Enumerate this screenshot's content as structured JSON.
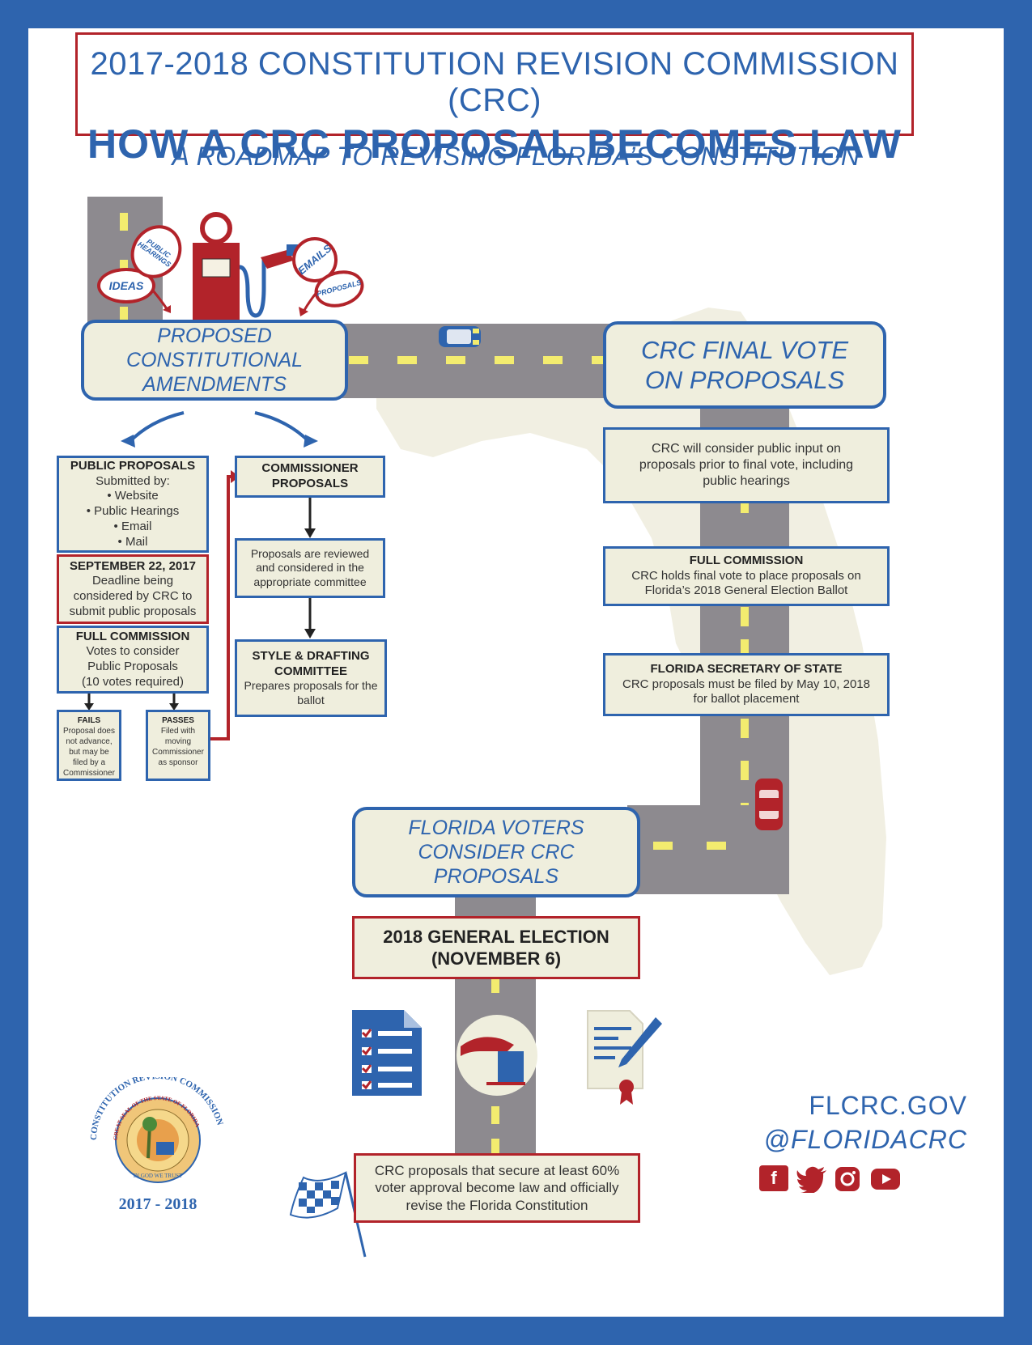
{
  "header": {
    "title_line1": "2017-2018 CONSTITUTION REVISION COMMISSION (CRC)",
    "title_line2": "HOW A CRC PROPOSAL BECOMES LAW",
    "subtitle": "A ROADMAP TO REVISING FLORIDA’S CONSTITUTION"
  },
  "inputs": {
    "ideas": "IDEAS",
    "public_hearings": "PUBLIC HEARINGS",
    "emails": "EMAILS",
    "proposals": "PROPOSALS"
  },
  "stages": {
    "proposed": [
      "PROPOSED",
      "CONSTITUTIONAL",
      "AMENDMENTS"
    ],
    "final_vote": [
      "CRC FINAL VOTE",
      "ON PROPOSALS"
    ],
    "voters": [
      "FLORIDA VOTERS",
      "CONSIDER CRC",
      "PROPOSALS"
    ]
  },
  "public_proposals": {
    "heading": "PUBLIC PROPOSALS",
    "lines": [
      "Submitted by:",
      "• Website",
      "• Public Hearings",
      "• Email",
      "• Mail"
    ]
  },
  "deadline": {
    "heading": "SEPTEMBER 22, 2017",
    "lines": [
      "Deadline being",
      "considered by CRC to",
      "submit public proposals"
    ]
  },
  "full_commission_vote": {
    "heading": "FULL COMMISSION",
    "lines": [
      "Votes to consider",
      "Public Proposals",
      "(10 votes required)"
    ]
  },
  "fails": {
    "heading": "FAILS",
    "lines": [
      "Proposal does",
      "not advance,",
      "but may be",
      "filed by a",
      "Commissioner"
    ]
  },
  "passes": {
    "heading": "PASSES",
    "lines": [
      "Filed with",
      "moving",
      "Commissioner",
      "as sponsor"
    ]
  },
  "commissioner_proposals": {
    "lines": [
      "COMMISSIONER",
      "PROPOSALS"
    ]
  },
  "committee_review": {
    "lines": [
      "Proposals are reviewed",
      "and considered in the",
      "appropriate committee"
    ]
  },
  "style_drafting": {
    "heading_lines": [
      "STYLE & DRAFTING",
      "COMMITTEE"
    ],
    "lines": [
      "Prepares proposals for the",
      "ballot"
    ]
  },
  "public_input": {
    "lines": [
      "CRC will consider public input on",
      "proposals prior to final vote, including",
      "public hearings"
    ]
  },
  "full_commission_final": {
    "heading": "FULL COMMISSION",
    "lines": [
      "CRC holds final vote to place proposals on",
      "Florida’s 2018 General Election Ballot"
    ]
  },
  "secretary_of_state": {
    "heading": "FLORIDA SECRETARY OF STATE",
    "lines": [
      "CRC proposals must be filed by May 10, 2018",
      "for ballot placement"
    ]
  },
  "general_election": {
    "lines": [
      "2018 GENERAL ELECTION",
      "(NOVEMBER 6)"
    ]
  },
  "final_outcome": {
    "lines": [
      "CRC proposals that secure at least 60%",
      "voter approval become law and officially",
      "revise the Florida Constitution"
    ]
  },
  "links": {
    "website": "FLCRC.GOV",
    "handle": "@FLORIDACRC"
  },
  "seal": {
    "outer": "CONSTITUTION REVISION COMMISSION",
    "inner": "GREAT SEAL OF THE STATE OF FLORIDA",
    "motto": "IN GOD WE TRUST",
    "years": "2017 - 2018"
  },
  "social_icons": [
    "facebook-icon",
    "twitter-icon",
    "instagram-icon",
    "youtube-icon"
  ],
  "colors": {
    "blue": "#2e64ae",
    "red": "#b2232a",
    "cream": "#efeedd",
    "road": "#8d8a8f",
    "dash": "#f3ec6f"
  }
}
